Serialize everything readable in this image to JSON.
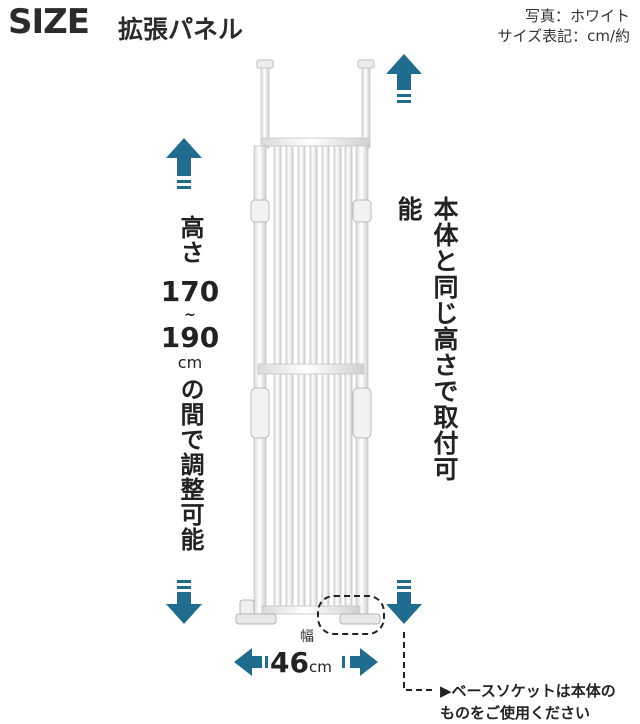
{
  "header": {
    "title_en": "SIZE",
    "title_jp": "拡張パネル",
    "photo_note_line1": "写真：ホワイト",
    "photo_note_line2": "サイズ表記：cm/約"
  },
  "height_label": {
    "line1": "高さ",
    "min": "170",
    "tilde": "~",
    "max": "190",
    "unit": "cm",
    "line2": "の間で調整可能"
  },
  "right_label": "本体と同じ高さで取付可能",
  "width_label": {
    "prefix": "幅",
    "value": "46",
    "unit": "cm"
  },
  "base_note": {
    "line1": "▶ベースソケットは本体の",
    "line2": "ものをご使用ください"
  },
  "colors": {
    "arrow": "#1f6c8f",
    "panel": "#f4f4f4",
    "panel_edge": "#bdbdbd"
  }
}
